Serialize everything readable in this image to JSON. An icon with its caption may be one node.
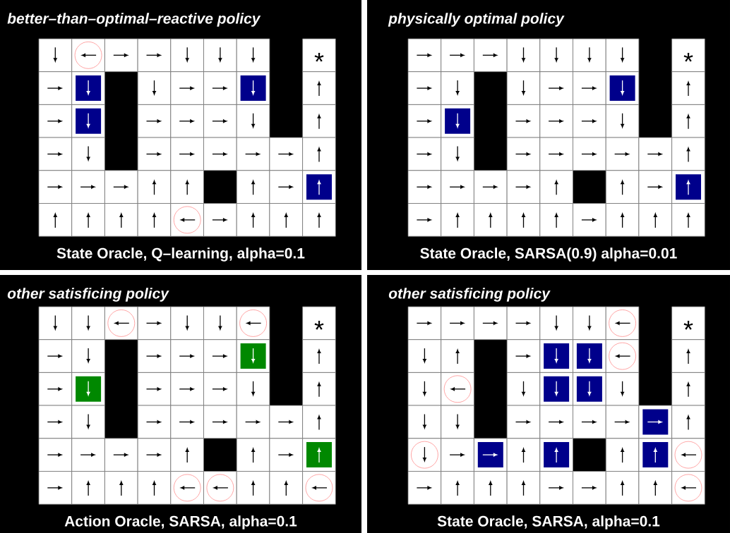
{
  "diagram": {
    "labels": [
      "better–than–optimal–reactive policy",
      "physically optimal policy",
      "*",
      "*",
      "State Oracle, Q–learning, alpha=0.1",
      "State Oracle, SARSA(0.9) alpha=0.01",
      "other satisficing policy",
      "other satisficing policy",
      "*",
      "*",
      "Action Oracle, SARSA, alpha=0.1",
      "State Oracle, SARSA, alpha=0.1"
    ]
  }
}
